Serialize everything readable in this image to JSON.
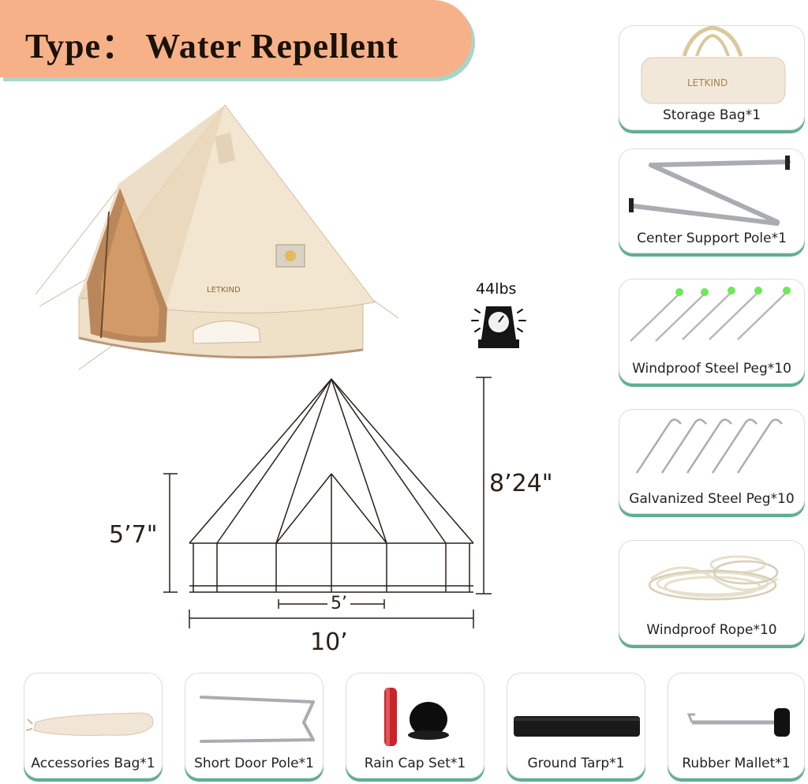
{
  "banner": {
    "title": "Type： Water Repellent"
  },
  "tent": {
    "brand": "LETKIND"
  },
  "weight": {
    "label": "44lbs"
  },
  "dimensions": {
    "wall_height": "5’7\"",
    "center_height": "8’24\"",
    "door_width": "5’",
    "diameter": "10’"
  },
  "side_items": [
    {
      "label": "Storage Bag*1",
      "brand": "LETKIND"
    },
    {
      "label": "Center Support Pole*1"
    },
    {
      "label": "Windproof Steel Peg*10"
    },
    {
      "label": "Galvanized Steel Peg*10"
    },
    {
      "label": "Windproof Rope*10"
    }
  ],
  "bottom_items": [
    {
      "label": "Accessories Bag*1"
    },
    {
      "label": "Short Door Pole*1"
    },
    {
      "label": "Rain Cap Set*1"
    },
    {
      "label": "Ground Tarp*1"
    },
    {
      "label": "Rubber Mallet*1"
    }
  ],
  "colors": {
    "banner": "#f7b189",
    "card_shadow": "#5fae92",
    "canvas": "#f1e5d1",
    "peg_tip": "#6ee85a"
  }
}
